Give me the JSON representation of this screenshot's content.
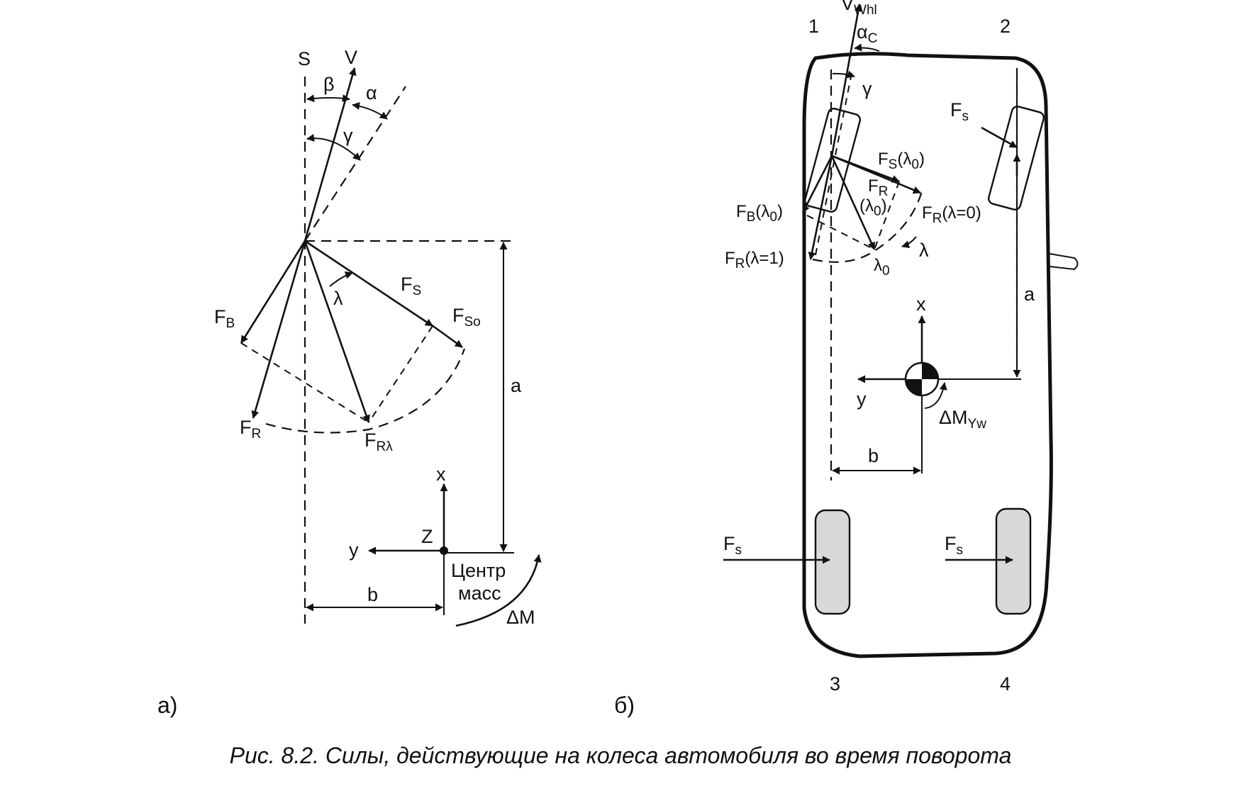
{
  "caption": "Рис. 8.2. Силы, действующие на колеса автомобиля во время поворота",
  "panel_a": {
    "tag": "а)",
    "labels": {
      "S": "S",
      "V": "V",
      "beta": "β",
      "alpha": "α",
      "gamma": "γ",
      "lambda": "λ",
      "FS": "F",
      "FS_sub": "S",
      "FSo": "F",
      "FSo_sub": "So",
      "FB": "F",
      "FB_sub": "B",
      "FR": "F",
      "FR_sub": "R",
      "FRl": "F",
      "FRl_sub": "Rλ",
      "a": "a",
      "b": "b",
      "x": "x",
      "y": "y",
      "Z": "Z",
      "center1": "Центр",
      "center2": "масс",
      "dM": "ΔM"
    }
  },
  "panel_b": {
    "tag": "б)",
    "wheel_numbers": [
      "1",
      "2",
      "3",
      "4"
    ],
    "labels": {
      "Vwhl": "V",
      "Vwhl_sub": "Whl",
      "alphaC": "α",
      "alphaC_sub": "C",
      "gamma": "γ",
      "Fs_front": "F",
      "Fs_front_sub": "s",
      "FsL0": "F",
      "FsL0_sub": "S",
      "FsL0_tail": "(λ",
      "FsL0_tail_sub": "0",
      "FsL0_end": ")",
      "FRL0": "F",
      "FRL0_sub": "R",
      "FRL0_2": "(λ",
      "FRL0_2_sub": "0",
      "FRL0_2_end": ")",
      "FBL0": "F",
      "FBL0_sub": "B",
      "FBL0_tail": "(λ",
      "FBL0_tail_sub": "0",
      "FBL0_end": ")",
      "FRl0": "F",
      "FRl0_sub": "R",
      "FRl0_tail": "(λ=0)",
      "FRl1": "F",
      "FRl1_sub": "R",
      "FRl1_tail": "(λ=1)",
      "lambda": "λ",
      "lambda0": "λ",
      "lambda0_sub": "0",
      "a": "a",
      "b": "b",
      "x": "x",
      "y": "y",
      "dMYw": "ΔM",
      "dMYw_sub": "Yw",
      "Fs_rear_left": "F",
      "Fs_rear_left_sub": "s",
      "Fs_rear_right": "F",
      "Fs_rear_right_sub": "s"
    }
  }
}
